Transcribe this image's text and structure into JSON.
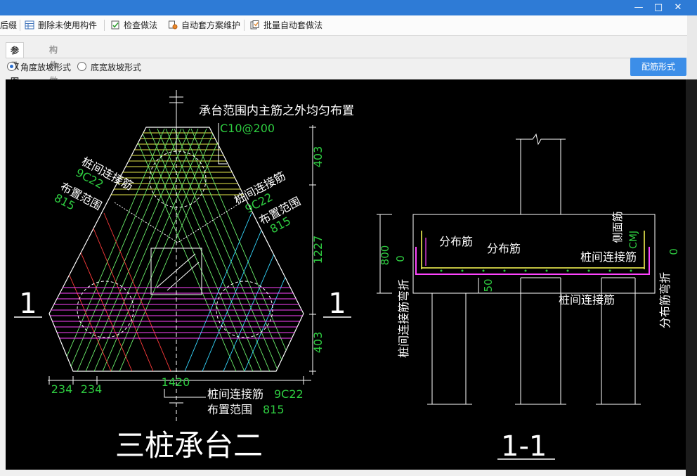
{
  "window": {
    "minimize": "—",
    "maximize": "□",
    "close": "✕"
  },
  "toolbar": {
    "suffix_label": "后缀",
    "delete_unused_label": "删除未使用构件",
    "check_method_label": "检查做法",
    "auto_scheme_label": "自动套方案维护",
    "batch_auto_label": "批量自动套做法"
  },
  "tabs": {
    "param_tab": "参数图",
    "component_tab": "构件做法"
  },
  "options": {
    "angle_slope": "角度放坡形式",
    "bottom_width_slope": "底宽放坡形式",
    "selected": "angle_slope"
  },
  "buttons": {
    "rebar_form": "配筋形式"
  },
  "drawing": {
    "note_top": "承台范围内主筋之外均匀布置",
    "spacing_top": "C10@200",
    "dim_403_top": "403",
    "dim_1227": "1227",
    "dim_403_bottom": "403",
    "dim_234_a": "234",
    "dim_234_b": "234",
    "dim_1420": "1420",
    "left_link_label": "桩间连接筋",
    "left_link_value": "9C22",
    "left_range_label": "布置范围",
    "left_range_value": "815",
    "right_link_label": "桩间连接筋",
    "right_link_value": "9C22",
    "right_range_label": "布置范围",
    "right_range_value": "815",
    "bottom_link_label": "桩间连接筋",
    "bottom_link_value": "9C22",
    "bottom_range_label": "布置范围",
    "bottom_range_value": "815",
    "section_mark_left": "1",
    "section_mark_right": "1",
    "plan_title": "三桩承台二",
    "section_title": "1-1",
    "sec_dim_800": "800",
    "sec_dim_0_left": "0",
    "sec_dim_0_right": "0",
    "sec_dim_50": "50",
    "sec_distribution_1": "分布筋",
    "sec_distribution_2": "分布筋",
    "sec_side_face": "侧面筋",
    "sec_side_value": "CMJ",
    "sec_link_1": "桩间连接筋",
    "sec_link_2": "桩间连接筋",
    "sec_link_bend": "桩间连接筋弯折",
    "sec_distribution_bend": "分布筋弯折"
  },
  "colors": {
    "titlebar": "#2e7bd6",
    "accent_button": "#3c8ee8",
    "cad_background": "#000000",
    "dim_green": "#2ecc40",
    "rebar_yellow": "#ffff66",
    "rebar_magenta": "#ff33ff",
    "rebar_red": "#ff3333",
    "rebar_cyan": "#33ddff",
    "rebar_lime": "#66ff66"
  }
}
